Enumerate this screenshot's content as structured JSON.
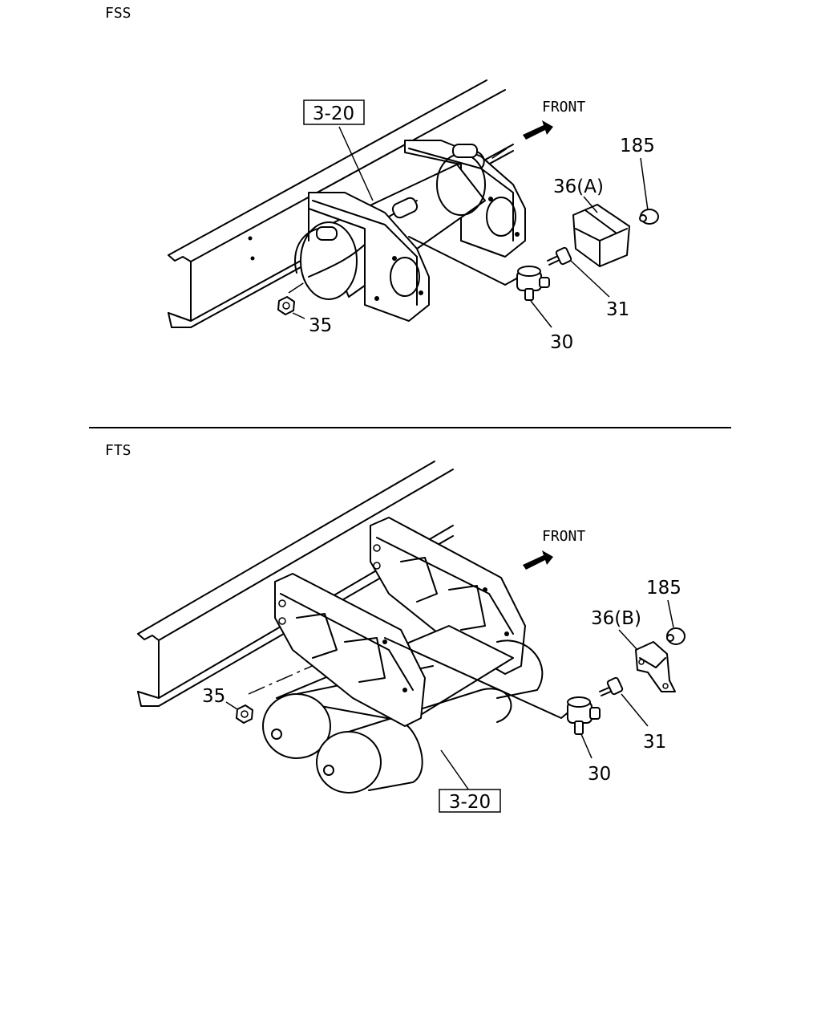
{
  "sections": [
    {
      "variant": "FSS",
      "front": "FRONT",
      "ref": "3-20",
      "parts": [
        "185",
        "36(A)",
        "31",
        "30",
        "35"
      ]
    },
    {
      "variant": "FTS",
      "front": "FRONT",
      "ref": "3-20",
      "parts": [
        "185",
        "36(B)",
        "31",
        "30",
        "35"
      ]
    }
  ]
}
